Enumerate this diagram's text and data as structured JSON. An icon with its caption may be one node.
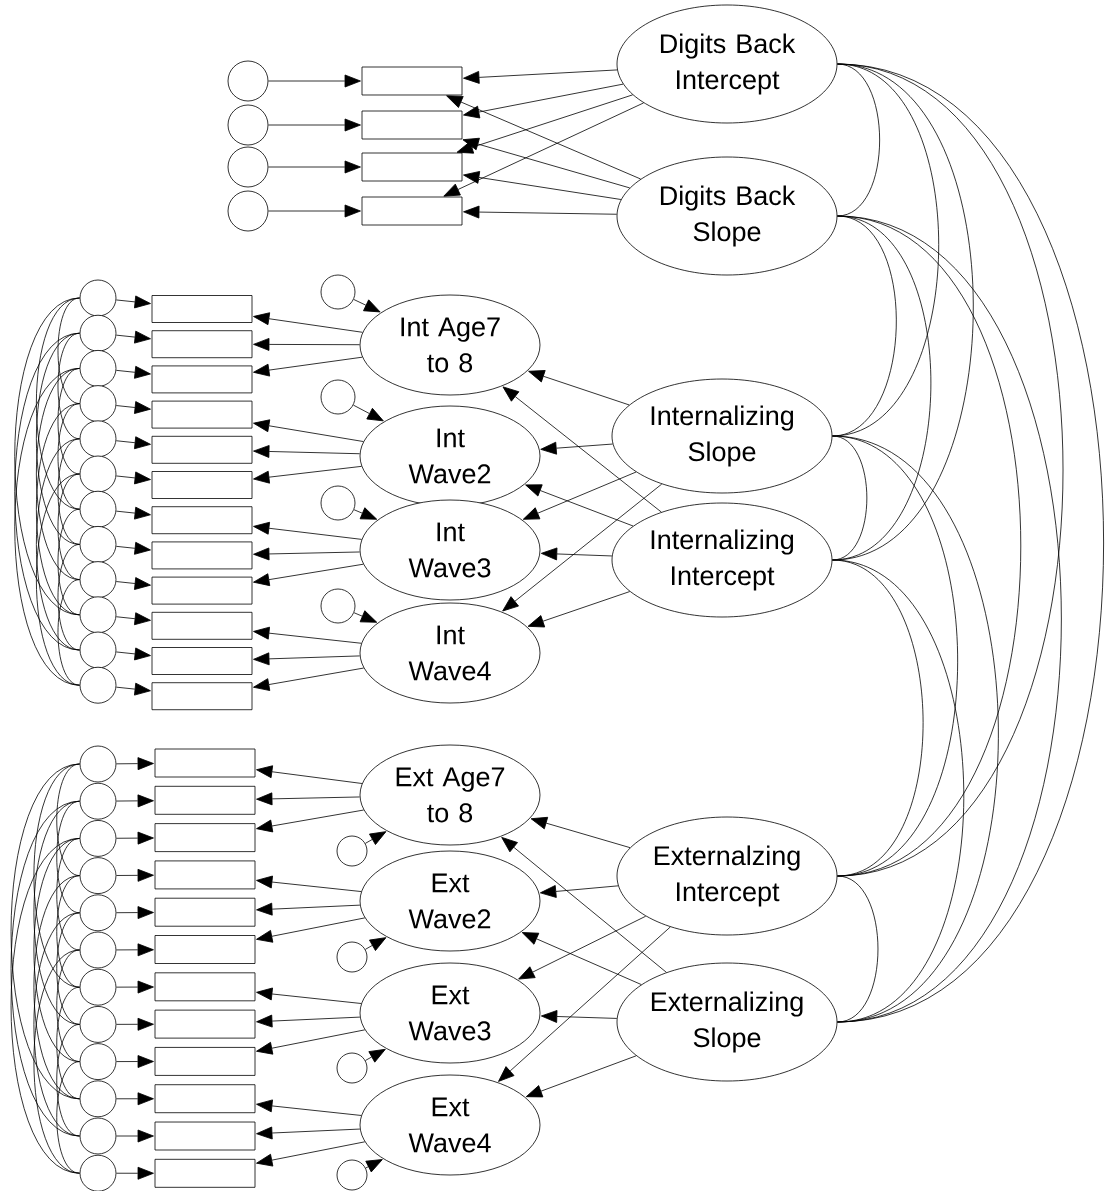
{
  "diagram": {
    "nodes": [
      {
        "text": [],
        "shape": "circle"
      },
      {
        "text": [],
        "shape": "circle"
      },
      {
        "text": [],
        "shape": "circle"
      },
      {
        "text": [],
        "shape": "circle"
      },
      {
        "text": [],
        "shape": "box"
      },
      {
        "text": [],
        "shape": "box"
      },
      {
        "text": [],
        "shape": "box"
      },
      {
        "text": [],
        "shape": "box"
      },
      {
        "text": [
          "Digits Back Intercept"
        ]
      },
      {
        "text": [
          "Digits Back Slope"
        ]
      },
      {
        "text": [],
        "shape": "circle"
      },
      {
        "text": [],
        "shape": "circle"
      },
      {
        "text": [],
        "shape": "circle"
      },
      {
        "text": [],
        "shape": "circle"
      },
      {
        "text": [],
        "shape": "circle"
      },
      {
        "text": [],
        "shape": "circle"
      },
      {
        "text": [],
        "shape": "circle"
      },
      {
        "text": [],
        "shape": "circle"
      },
      {
        "text": [],
        "shape": "circle"
      },
      {
        "text": [],
        "shape": "circle"
      },
      {
        "text": [],
        "shape": "circle"
      },
      {
        "text": [],
        "shape": "circle"
      },
      {
        "text": [],
        "shape": "box"
      },
      {
        "text": [],
        "shape": "box"
      },
      {
        "text": [],
        "shape": "box"
      },
      {
        "text": [],
        "shape": "box"
      },
      {
        "text": [],
        "shape": "box"
      },
      {
        "text": [],
        "shape": "box"
      },
      {
        "text": [],
        "shape": "box"
      },
      {
        "text": [],
        "shape": "box"
      },
      {
        "text": [],
        "shape": "box"
      },
      {
        "text": [],
        "shape": "box"
      },
      {
        "text": [],
        "shape": "box"
      },
      {
        "text": [],
        "shape": "box"
      },
      {
        "text": [],
        "shape": "circle"
      },
      {
        "text": [],
        "shape": "circle"
      },
      {
        "text": [],
        "shape": "circle"
      },
      {
        "text": [],
        "shape": "circle"
      },
      {
        "text": [
          "Int Age7 to 8"
        ]
      },
      {
        "text": [
          "Int Wave2"
        ]
      },
      {
        "text": [
          "Int Wave3"
        ]
      },
      {
        "text": [
          "Int Wave4"
        ]
      },
      {
        "text": [
          "Internalizing Slope"
        ]
      },
      {
        "text": [
          "Internalizing Intercept"
        ]
      },
      {
        "text": [],
        "shape": "circle"
      },
      {
        "text": [],
        "shape": "circle"
      },
      {
        "text": [],
        "shape": "circle"
      },
      {
        "text": [],
        "shape": "circle"
      },
      {
        "text": [],
        "shape": "circle"
      },
      {
        "text": [],
        "shape": "circle"
      },
      {
        "text": [],
        "shape": "circle"
      },
      {
        "text": [],
        "shape": "circle"
      },
      {
        "text": [],
        "shape": "circle"
      },
      {
        "text": [],
        "shape": "circle"
      },
      {
        "text": [],
        "shape": "circle"
      },
      {
        "text": [],
        "shape": "circle"
      },
      {
        "text": [],
        "shape": "box"
      },
      {
        "text": [],
        "shape": "box"
      },
      {
        "text": [],
        "shape": "box"
      },
      {
        "text": [],
        "shape": "box"
      },
      {
        "text": [],
        "shape": "box"
      },
      {
        "text": [],
        "shape": "box"
      },
      {
        "text": [],
        "shape": "box"
      },
      {
        "text": [],
        "shape": "box"
      },
      {
        "text": [],
        "shape": "box"
      },
      {
        "text": [],
        "shape": "box"
      },
      {
        "text": [],
        "shape": "box"
      },
      {
        "text": [],
        "shape": "box"
      },
      {
        "text": [],
        "shape": "circle"
      },
      {
        "text": [],
        "shape": "circle"
      },
      {
        "text": [],
        "shape": "circle"
      },
      {
        "text": [],
        "shape": "circle"
      },
      {
        "text": [
          "Ext Age7 to 8"
        ]
      },
      {
        "text": [
          "Ext Wave2"
        ]
      },
      {
        "text": [
          "Ext Wave3"
        ]
      },
      {
        "text": [
          "Ext Wave4"
        ]
      },
      {
        "text": [
          "Externalzing Intercept"
        ]
      },
      {
        "text": [
          "Externalizing Slope"
        ]
      }
    ],
    "edges": [
      {
        "from": 0,
        "to": 4,
        "arrow": "to"
      },
      {
        "from": 1,
        "to": 5,
        "arrow": "to"
      },
      {
        "from": 2,
        "to": 6,
        "arrow": "to"
      },
      {
        "from": 3,
        "to": 7,
        "arrow": "to"
      },
      {
        "from": 8,
        "to": 4,
        "arrow": "to"
      },
      {
        "from": 8,
        "to": 5,
        "arrow": "to"
      },
      {
        "from": 8,
        "to": 6,
        "arrow": "to"
      },
      {
        "from": 8,
        "to": 7,
        "arrow": "to"
      },
      {
        "from": 9,
        "to": 4,
        "arrow": "to"
      },
      {
        "from": 9,
        "to": 5,
        "arrow": "to"
      },
      {
        "from": 9,
        "to": 6,
        "arrow": "to"
      },
      {
        "from": 9,
        "to": 7,
        "arrow": "to"
      },
      {
        "from": 10,
        "to": 22,
        "arrow": "to"
      },
      {
        "from": 11,
        "to": 23,
        "arrow": "to"
      },
      {
        "from": 12,
        "to": 24,
        "arrow": "to"
      },
      {
        "from": 13,
        "to": 25,
        "arrow": "to"
      },
      {
        "from": 14,
        "to": 26,
        "arrow": "to"
      },
      {
        "from": 15,
        "to": 27,
        "arrow": "to"
      },
      {
        "from": 16,
        "to": 28,
        "arrow": "to"
      },
      {
        "from": 17,
        "to": 29,
        "arrow": "to"
      },
      {
        "from": 18,
        "to": 30,
        "arrow": "to"
      },
      {
        "from": 19,
        "to": 31,
        "arrow": "to"
      },
      {
        "from": 20,
        "to": 32,
        "arrow": "to"
      },
      {
        "from": 21,
        "to": 33,
        "arrow": "to"
      },
      {
        "from": 34,
        "to": 38,
        "arrow": "to"
      },
      {
        "from": 35,
        "to": 39,
        "arrow": "to"
      },
      {
        "from": 36,
        "to": 40,
        "arrow": "to"
      },
      {
        "from": 37,
        "to": 41,
        "arrow": "to"
      },
      {
        "from": 38,
        "to": 22,
        "arrow": "to"
      },
      {
        "from": 38,
        "to": 23,
        "arrow": "to"
      },
      {
        "from": 38,
        "to": 24,
        "arrow": "to"
      },
      {
        "from": 39,
        "to": 25,
        "arrow": "to"
      },
      {
        "from": 39,
        "to": 26,
        "arrow": "to"
      },
      {
        "from": 39,
        "to": 27,
        "arrow": "to"
      },
      {
        "from": 40,
        "to": 28,
        "arrow": "to"
      },
      {
        "from": 40,
        "to": 29,
        "arrow": "to"
      },
      {
        "from": 40,
        "to": 30,
        "arrow": "to"
      },
      {
        "from": 41,
        "to": 31,
        "arrow": "to"
      },
      {
        "from": 41,
        "to": 32,
        "arrow": "to"
      },
      {
        "from": 41,
        "to": 33,
        "arrow": "to"
      },
      {
        "from": 42,
        "to": 38,
        "arrow": "to"
      },
      {
        "from": 42,
        "to": 39,
        "arrow": "to"
      },
      {
        "from": 42,
        "to": 40,
        "arrow": "to"
      },
      {
        "from": 42,
        "to": 41,
        "arrow": "to"
      },
      {
        "from": 43,
        "to": 38,
        "arrow": "to"
      },
      {
        "from": 43,
        "to": 39,
        "arrow": "to"
      },
      {
        "from": 43,
        "to": 40,
        "arrow": "to"
      },
      {
        "from": 43,
        "to": 41,
        "arrow": "to"
      },
      {
        "from": 44,
        "to": 56,
        "arrow": "to"
      },
      {
        "from": 45,
        "to": 57,
        "arrow": "to"
      },
      {
        "from": 46,
        "to": 58,
        "arrow": "to"
      },
      {
        "from": 47,
        "to": 59,
        "arrow": "to"
      },
      {
        "from": 48,
        "to": 60,
        "arrow": "to"
      },
      {
        "from": 49,
        "to": 61,
        "arrow": "to"
      },
      {
        "from": 50,
        "to": 62,
        "arrow": "to"
      },
      {
        "from": 51,
        "to": 63,
        "arrow": "to"
      },
      {
        "from": 52,
        "to": 64,
        "arrow": "to"
      },
      {
        "from": 53,
        "to": 65,
        "arrow": "to"
      },
      {
        "from": 54,
        "to": 66,
        "arrow": "to"
      },
      {
        "from": 55,
        "to": 67,
        "arrow": "to"
      },
      {
        "from": 68,
        "to": 72,
        "arrow": "to"
      },
      {
        "from": 69,
        "to": 73,
        "arrow": "to"
      },
      {
        "from": 70,
        "to": 74,
        "arrow": "to"
      },
      {
        "from": 71,
        "to": 75,
        "arrow": "to"
      },
      {
        "from": 72,
        "to": 56,
        "arrow": "to"
      },
      {
        "from": 72,
        "to": 57,
        "arrow": "to"
      },
      {
        "from": 72,
        "to": 58,
        "arrow": "to"
      },
      {
        "from": 73,
        "to": 59,
        "arrow": "to"
      },
      {
        "from": 73,
        "to": 60,
        "arrow": "to"
      },
      {
        "from": 73,
        "to": 61,
        "arrow": "to"
      },
      {
        "from": 74,
        "to": 62,
        "arrow": "to"
      },
      {
        "from": 74,
        "to": 63,
        "arrow": "to"
      },
      {
        "from": 74,
        "to": 64,
        "arrow": "to"
      },
      {
        "from": 75,
        "to": 65,
        "arrow": "to"
      },
      {
        "from": 75,
        "to": 66,
        "arrow": "to"
      },
      {
        "from": 75,
        "to": 67,
        "arrow": "to"
      },
      {
        "from": 76,
        "to": 72,
        "arrow": "to"
      },
      {
        "from": 76,
        "to": 73,
        "arrow": "to"
      },
      {
        "from": 76,
        "to": 74,
        "arrow": "to"
      },
      {
        "from": 76,
        "to": 75,
        "arrow": "to"
      },
      {
        "from": 77,
        "to": 72,
        "arrow": "to"
      },
      {
        "from": 77,
        "to": 73,
        "arrow": "to"
      },
      {
        "from": 77,
        "to": 74,
        "arrow": "to"
      },
      {
        "from": 77,
        "to": 75,
        "arrow": "to"
      },
      {
        "from": 8,
        "to": 9,
        "arrow": "none"
      },
      {
        "from": 8,
        "to": 42,
        "arrow": "none"
      },
      {
        "from": 8,
        "to": 43,
        "arrow": "none"
      },
      {
        "from": 8,
        "to": 76,
        "arrow": "none"
      },
      {
        "from": 8,
        "to": 77,
        "arrow": "none"
      },
      {
        "from": 9,
        "to": 42,
        "arrow": "none"
      },
      {
        "from": 9,
        "to": 43,
        "arrow": "none"
      },
      {
        "from": 9,
        "to": 76,
        "arrow": "none"
      },
      {
        "from": 9,
        "to": 77,
        "arrow": "none"
      },
      {
        "from": 42,
        "to": 43,
        "arrow": "none"
      },
      {
        "from": 42,
        "to": 76,
        "arrow": "none"
      },
      {
        "from": 42,
        "to": 77,
        "arrow": "none"
      },
      {
        "from": 43,
        "to": 76,
        "arrow": "none"
      },
      {
        "from": 43,
        "to": 77,
        "arrow": "none"
      },
      {
        "from": 76,
        "to": 77,
        "arrow": "none"
      },
      {
        "from": 10,
        "to": 13,
        "arrow": "none"
      },
      {
        "from": 11,
        "to": 14,
        "arrow": "none"
      },
      {
        "from": 12,
        "to": 15,
        "arrow": "none"
      },
      {
        "from": 13,
        "to": 16,
        "arrow": "none"
      },
      {
        "from": 14,
        "to": 17,
        "arrow": "none"
      },
      {
        "from": 15,
        "to": 18,
        "arrow": "none"
      },
      {
        "from": 16,
        "to": 19,
        "arrow": "none"
      },
      {
        "from": 17,
        "to": 20,
        "arrow": "none"
      },
      {
        "from": 18,
        "to": 21,
        "arrow": "none"
      },
      {
        "from": 10,
        "to": 16,
        "arrow": "none"
      },
      {
        "from": 11,
        "to": 17,
        "arrow": "none"
      },
      {
        "from": 12,
        "to": 18,
        "arrow": "none"
      },
      {
        "from": 13,
        "to": 19,
        "arrow": "none"
      },
      {
        "from": 14,
        "to": 20,
        "arrow": "none"
      },
      {
        "from": 15,
        "to": 21,
        "arrow": "none"
      },
      {
        "from": 10,
        "to": 19,
        "arrow": "none"
      },
      {
        "from": 11,
        "to": 20,
        "arrow": "none"
      },
      {
        "from": 12,
        "to": 21,
        "arrow": "none"
      },
      {
        "from": 44,
        "to": 47,
        "arrow": "none"
      },
      {
        "from": 45,
        "to": 48,
        "arrow": "none"
      },
      {
        "from": 46,
        "to": 49,
        "arrow": "none"
      },
      {
        "from": 47,
        "to": 50,
        "arrow": "none"
      },
      {
        "from": 48,
        "to": 51,
        "arrow": "none"
      },
      {
        "from": 49,
        "to": 52,
        "arrow": "none"
      },
      {
        "from": 50,
        "to": 53,
        "arrow": "none"
      },
      {
        "from": 51,
        "to": 54,
        "arrow": "none"
      },
      {
        "from": 52,
        "to": 55,
        "arrow": "none"
      },
      {
        "from": 44,
        "to": 50,
        "arrow": "none"
      },
      {
        "from": 45,
        "to": 51,
        "arrow": "none"
      },
      {
        "from": 46,
        "to": 52,
        "arrow": "none"
      },
      {
        "from": 47,
        "to": 53,
        "arrow": "none"
      },
      {
        "from": 48,
        "to": 54,
        "arrow": "none"
      },
      {
        "from": 49,
        "to": 55,
        "arrow": "none"
      },
      {
        "from": 44,
        "to": 53,
        "arrow": "none"
      },
      {
        "from": 45,
        "to": 54,
        "arrow": "none"
      },
      {
        "from": 46,
        "to": 55,
        "arrow": "none"
      }
    ]
  }
}
